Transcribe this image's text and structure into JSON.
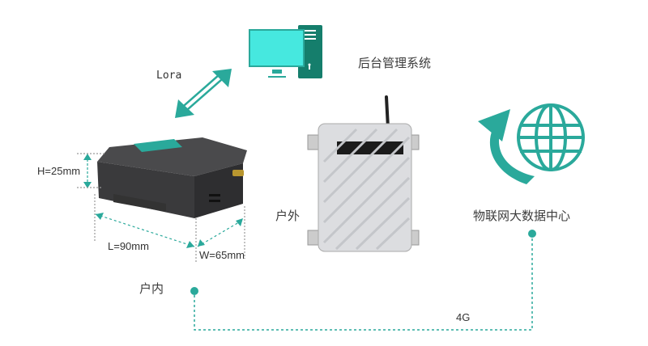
{
  "labels": {
    "backend": "后台管理系统",
    "lora": "Lora",
    "height": "H=25mm",
    "length": "L=90mm",
    "width": "W=65mm",
    "outdoor": "户外",
    "indoor": "户内",
    "iot_center": "物联网大数据中心",
    "network": "4G"
  },
  "colors": {
    "accent": "#2aa99b",
    "screen": "#46e8df",
    "tower": "#157e6c"
  }
}
